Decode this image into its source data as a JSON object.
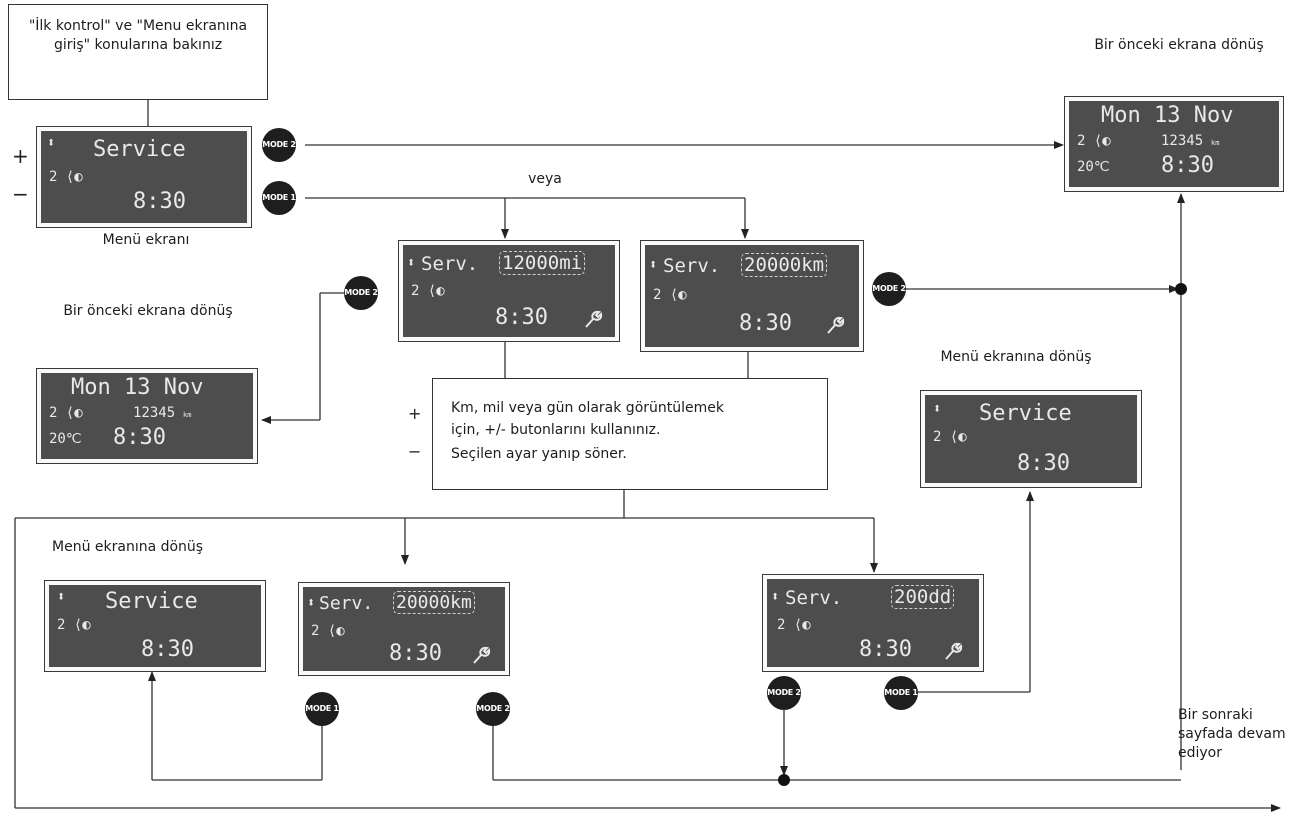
{
  "intro_note": "\"İlk kontrol\" ve \"Menu ekranına giriş\" konularına bakınız",
  "plus": "+",
  "minus": "−",
  "mode1": "MODE 1",
  "mode2": "MODE 2",
  "veya": "veya",
  "menu_screen_caption": "Menü ekranı",
  "prev_screen_caption": "Bir önceki ekrana dönüş",
  "back_to_menu_caption": "Menü ekranına dönüş",
  "next_page_caption": "Bir sonraki sayfada devam ediyor",
  "instruction": {
    "line1": "Km, mil veya gün olarak görüntülemek",
    "line2": "için, +/- butonlarını kullanınız.",
    "line3": "Seçilen ayar yanıp söner."
  },
  "screens": {
    "up_down_arrow": "⬍",
    "service": "Service",
    "serv": "Serv.",
    "gear_indicator": "2 ⟨◐",
    "time": "8:30",
    "date": "Mon 13 Nov",
    "odometer": "12345",
    "odo_unit": "km",
    "temp": "20℃",
    "value_mi": "12000mi",
    "value_km": "20000km",
    "value_dd": "200dd"
  },
  "colors": {
    "lcd_bg": "#4d4d4d",
    "lcd_text": "#e9e9e9",
    "mode_button": "#1e1e1e"
  }
}
